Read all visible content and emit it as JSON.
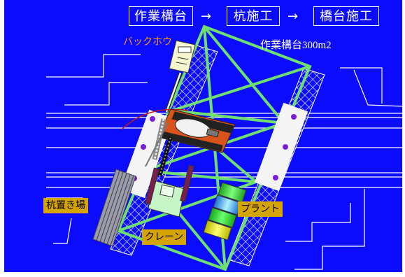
{
  "flow": {
    "step1": "作業構台",
    "step2": "杭施工",
    "step3": "橋台施工",
    "arrow": "→"
  },
  "labels": {
    "backhoe": "バックホウ",
    "work_platform_area": "作業構台300m2",
    "pile_yard": "杭置き場",
    "plant": "プラント",
    "crane": "クレーン"
  },
  "colors": {
    "background": "#0b0bff",
    "platform_truss": "#6ee06e",
    "road_lines": "#ffffff",
    "tag_fill": "#d6a400",
    "backhoe_label": "#ff9900"
  }
}
